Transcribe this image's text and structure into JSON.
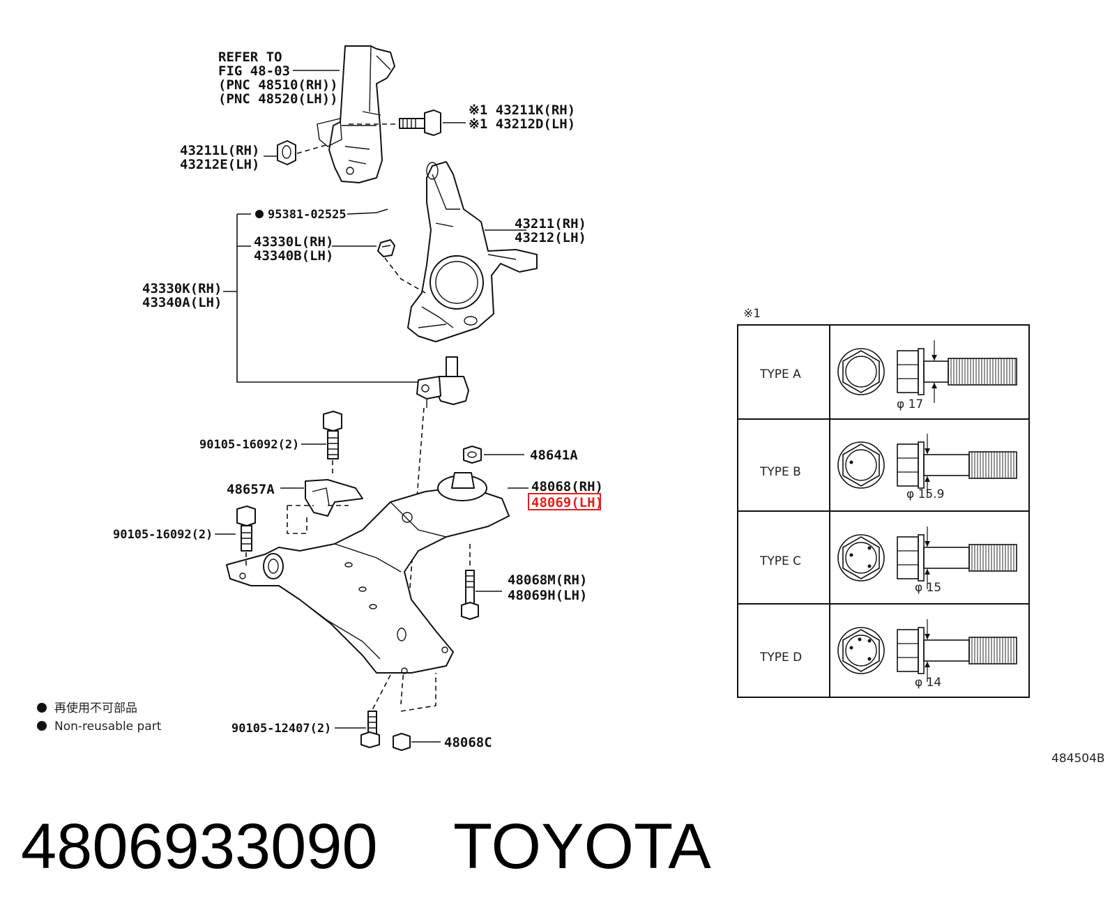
{
  "labels": {
    "refer_line1": "REFER TO",
    "refer_line2": "FIG 48-03",
    "refer_line3": "(PNC 48510(RH))",
    "refer_line4": "(PNC 48520(LH))",
    "bolt_rh": "※1 43211K(RH)",
    "bolt_lh": "※1 43212D(LH)",
    "nut_rh": "43211L(RH)",
    "nut_lh": "43212E(LH)",
    "pin": "95381-02525",
    "clip_rh": "43330L(RH)",
    "clip_lh": "43340B(LH)",
    "knuckle_rh": "43211(RH)",
    "knuckle_lh": "43212(LH)",
    "balljoint_rh": "43330K(RH)",
    "balljoint_lh": "43340A(LH)",
    "bolt_upper": "90105-16092(2)",
    "nut_48641": "48641A",
    "bracket": "48657A",
    "arm_rh": "48068(RH)",
    "arm_lh": "48069(LH)",
    "bolt_lower": "90105-16092(2)",
    "bolt_48068m_rh": "48068M(RH)",
    "bolt_48068m_lh": "48069H(LH)",
    "bolt_12407": "90105-12407(2)",
    "nut_48068c": "48068C"
  },
  "legend": {
    "jp": "再使用不可部品",
    "en": "Non-reusable part"
  },
  "table": {
    "note": "※1",
    "rows": [
      {
        "type": "TYPE A",
        "dia": "φ 17"
      },
      {
        "type": "TYPE B",
        "dia": "φ 15.9"
      },
      {
        "type": "TYPE C",
        "dia": "φ 15"
      },
      {
        "type": "TYPE D",
        "dia": "φ 14"
      }
    ]
  },
  "figure_code": "484504B",
  "footer": {
    "part_number": "4806933090",
    "brand": "TOYOTA"
  },
  "colors": {
    "highlight": "#e02020",
    "ink": "#111111"
  }
}
